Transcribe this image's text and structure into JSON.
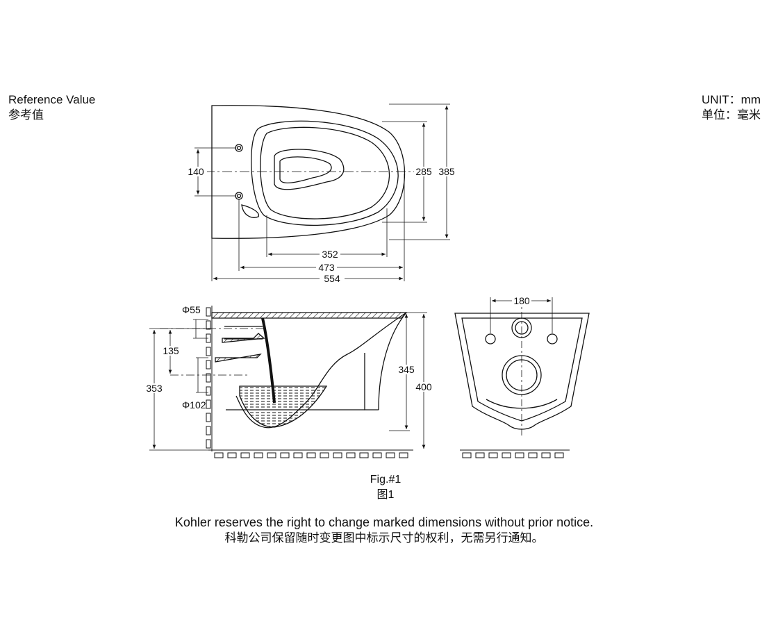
{
  "header": {
    "reference_en": "Reference Value",
    "reference_zh": "参考值",
    "unit_en": "UNIT：mm",
    "unit_zh": "单位：毫米"
  },
  "top_view": {
    "dims": {
      "overall_length": "554",
      "fixing_to_front": "473",
      "rim_length": "352",
      "rim_width": "285",
      "overall_width": "385",
      "fixing_spacing": "140"
    }
  },
  "side_view": {
    "dims": {
      "inlet_diameter": "Φ55",
      "outlet_diameter": "Φ102",
      "inlet_outlet_spacing": "135",
      "outlet_height": "353",
      "bowl_depth": "345",
      "overall_height": "400"
    }
  },
  "rear_view": {
    "dims": {
      "fixing_bolt_spacing": "180"
    }
  },
  "caption": {
    "fig_en": "Fig.#1",
    "fig_zh": "图1"
  },
  "notice": {
    "en": "Kohler reserves the right to change marked dimensions without prior notice.",
    "zh": "科勒公司保留随时变更图中标示尺寸的权利，无需另行通知。"
  }
}
